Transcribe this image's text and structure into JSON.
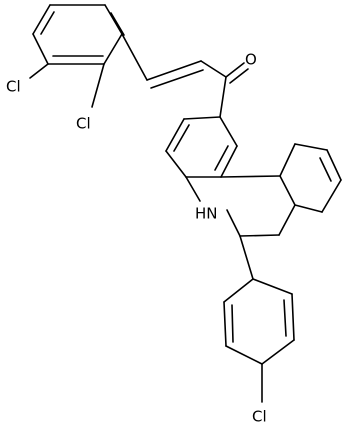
{
  "figure": {
    "background": "#ffffff",
    "bond_color": "#000000",
    "atom_labels": {
      "oxygen": "O",
      "chlorine_2": "Cl",
      "chlorine_3": "Cl",
      "nitrogen_h": "HN",
      "chlorine_4": "Cl"
    }
  }
}
